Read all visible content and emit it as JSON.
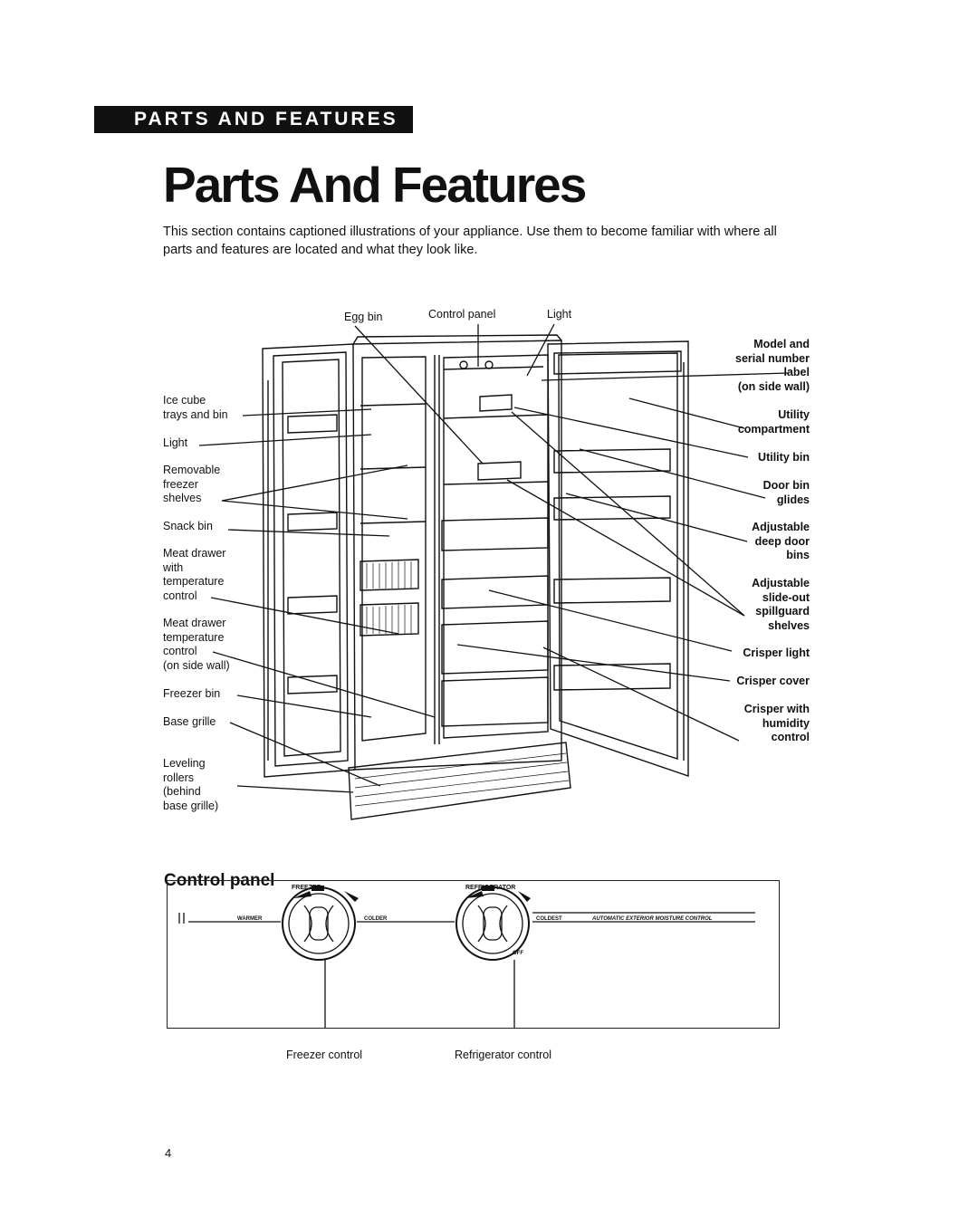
{
  "section_header": "PARTS AND FEATURES",
  "title": "Parts And Features",
  "intro": "This section contains captioned illustrations of your appliance. Use them to become familiar with where all parts and features are located and what they look like.",
  "top_labels": {
    "egg_bin": "Egg bin",
    "control_panel": "Control panel",
    "light": "Light"
  },
  "left_labels": {
    "ice_cube": [
      "Ice cube",
      "trays and bin"
    ],
    "light": "Light",
    "removable_shelves": [
      "Removable",
      "freezer",
      "shelves"
    ],
    "snack_bin": "Snack bin",
    "meat_drawer": [
      "Meat drawer",
      "with",
      "temperature",
      "control"
    ],
    "meat_drawer_control": [
      "Meat drawer",
      "temperature",
      "control",
      "(on side wall)"
    ],
    "freezer_bin": "Freezer bin",
    "base_grille": "Base grille",
    "leveling_rollers": [
      "Leveling",
      "rollers",
      "(behind",
      "base grille)"
    ]
  },
  "right_labels": {
    "model_serial": [
      "Model and",
      "serial number",
      "label",
      "(on side wall)"
    ],
    "utility_compartment": [
      "Utility",
      "compartment"
    ],
    "utility_bin": "Utility bin",
    "door_bin_glides": [
      "Door bin",
      "glides"
    ],
    "deep_door_bins": [
      "Adjustable",
      "deep door",
      "bins"
    ],
    "spillguard_shelves": [
      "Adjustable",
      "slide-out",
      "spillguard",
      "shelves"
    ],
    "crisper_light": "Crisper light",
    "crisper_cover": "Crisper cover",
    "crisper_humidity": [
      "Crisper with",
      "humidity",
      "control"
    ]
  },
  "control_panel": {
    "heading": "Control panel",
    "freezer_title": "FREEZER",
    "refrigerator_title": "REFRIGERATOR",
    "warmer": "WARMER",
    "colder": "COLDER",
    "coldest": "COLDEST",
    "off": "OFF",
    "moisture_label": "AUTOMATIC EXTERIOR MOISTURE CONTROL",
    "freezer_caption": "Freezer control",
    "refrigerator_caption": "Refrigerator control"
  },
  "page_number": "4"
}
